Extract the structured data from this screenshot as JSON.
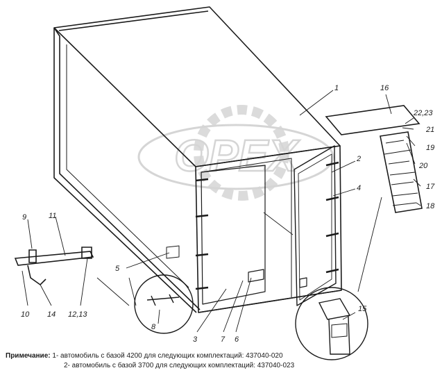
{
  "watermark": {
    "text": "OPEX"
  },
  "callouts": {
    "c1": "1",
    "c2": "2",
    "c3": "3",
    "c4": "4",
    "c5": "5",
    "c6": "6",
    "c7": "7",
    "c8": "8",
    "c9": "9",
    "c10": "10",
    "c11": "11",
    "c12_13": "12,13",
    "c14": "14",
    "c15": "15",
    "c16": "16",
    "c17": "17",
    "c18": "18",
    "c19": "19",
    "c20": "20",
    "c21": "21",
    "c22_23": "22,23"
  },
  "note": {
    "heading": "Примечание:",
    "line1": "1- автомобиль с базой 4200 для следующих комплектаций: 437040-020",
    "line2": "2- автомобиль с базой 3700 для следующих комплектаций: 437040-023"
  }
}
